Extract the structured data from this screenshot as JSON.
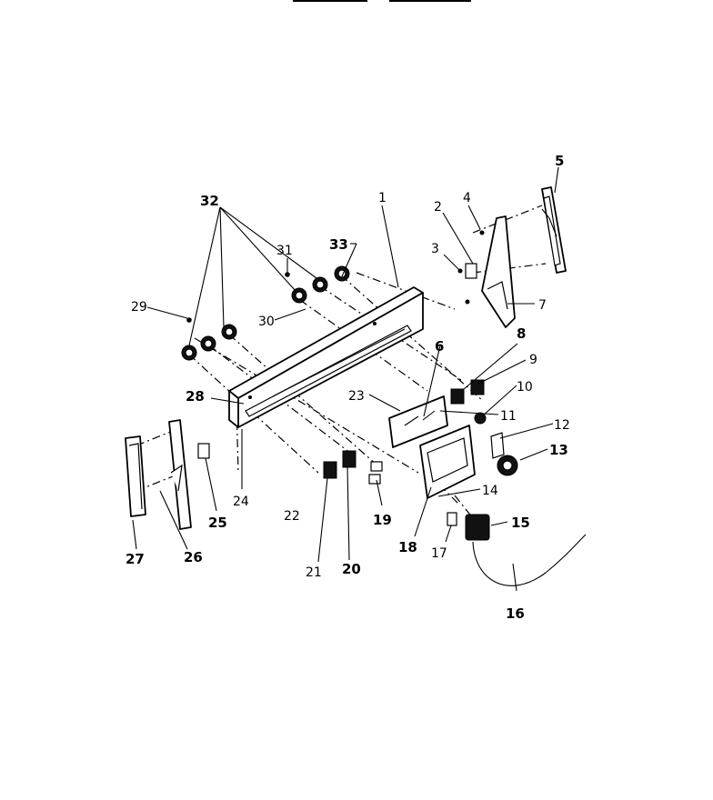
{
  "callouts": [
    {
      "id": "1"
    },
    {
      "id": "2"
    },
    {
      "id": "3"
    },
    {
      "id": "4"
    },
    {
      "id": "5"
    },
    {
      "id": "6"
    },
    {
      "id": "7"
    },
    {
      "id": "8"
    },
    {
      "id": "9"
    },
    {
      "id": "10"
    },
    {
      "id": "11"
    },
    {
      "id": "12"
    },
    {
      "id": "13"
    },
    {
      "id": "14"
    },
    {
      "id": "15"
    },
    {
      "id": "16"
    },
    {
      "id": "17"
    },
    {
      "id": "18"
    },
    {
      "id": "19"
    },
    {
      "id": "20"
    },
    {
      "id": "21"
    },
    {
      "id": "22"
    },
    {
      "id": "23"
    },
    {
      "id": "24"
    },
    {
      "id": "25"
    },
    {
      "id": "26"
    },
    {
      "id": "27"
    },
    {
      "id": "28"
    },
    {
      "id": "29"
    },
    {
      "id": "30"
    },
    {
      "id": "31"
    },
    {
      "id": "32"
    },
    {
      "id": "33"
    }
  ],
  "colors": {
    "line": "#000000",
    "background": "#ffffff"
  }
}
